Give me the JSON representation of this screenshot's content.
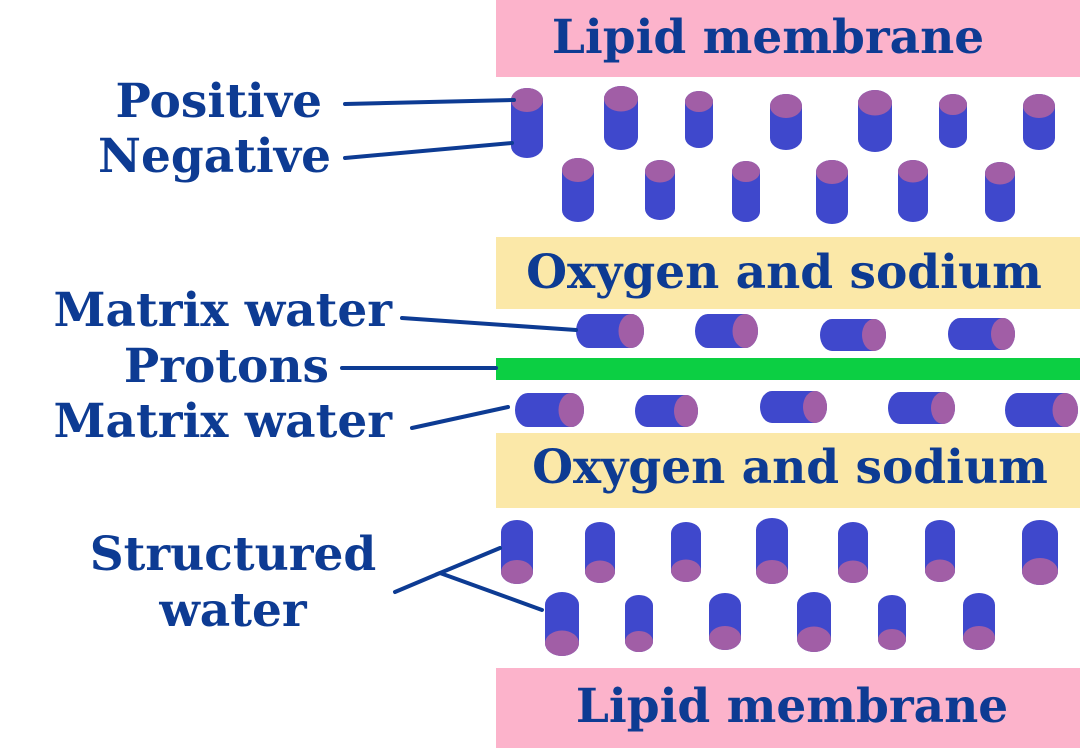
{
  "colors": {
    "lipid_band": "#fcb3cb",
    "oxygen_band": "#fbe8a8",
    "proton_band": "#0ccf43",
    "label_text": "#0d3b93",
    "leader_line": "#0d3b93",
    "molecule_body": "#3f48cc",
    "molecule_cap": "#a15ea6"
  },
  "bands": {
    "lipid_top": "Lipid membrane",
    "oxygen_top": "Oxygen and sodium",
    "oxygen_bottom": "Oxygen and sodium",
    "lipid_bottom": "Lipid membrane"
  },
  "labels": {
    "positive": "Positive",
    "negative": "Negative",
    "matrix_water_top": "Matrix water",
    "protons": "Protons",
    "matrix_water_bottom": "Matrix water",
    "structured_line1": "Structured",
    "structured_line2": "water"
  }
}
